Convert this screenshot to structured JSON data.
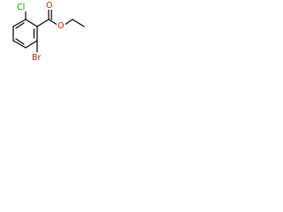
{
  "molecule": {
    "atoms": {
      "cl": {
        "label": "Cl",
        "color": "#00a000"
      },
      "o_carbonyl": {
        "label": "O",
        "color": "#ff0000"
      },
      "o_ester": {
        "label": "O",
        "color": "#ff0000"
      },
      "br": {
        "label": "Br",
        "color": "#a52a2a"
      }
    },
    "bond_color": "#000000"
  }
}
